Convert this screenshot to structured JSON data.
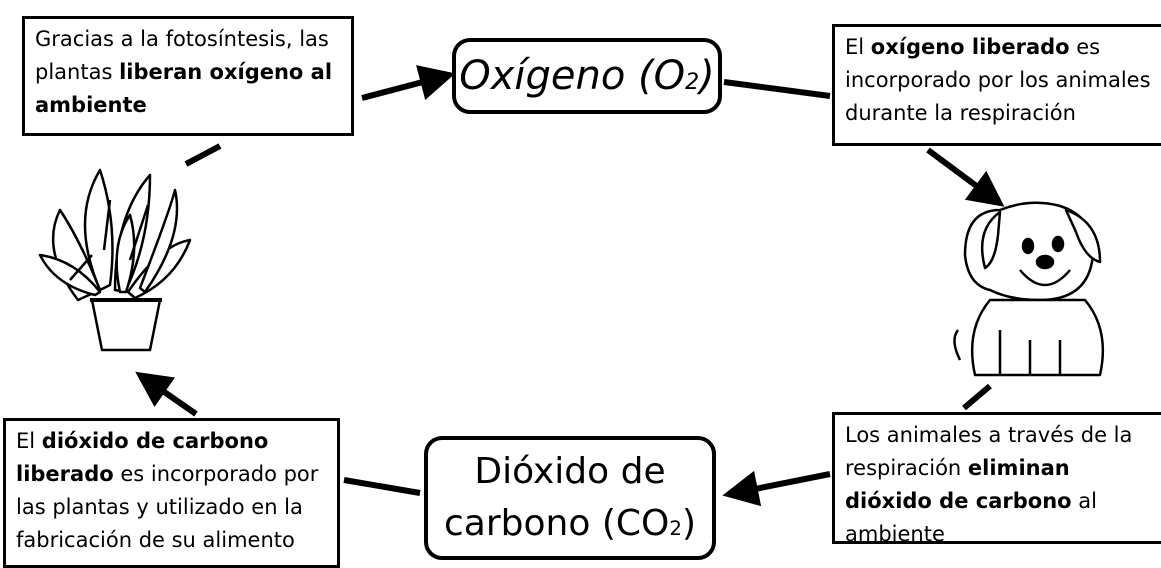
{
  "nodes": {
    "oxygen": {
      "label": "Oxígeno",
      "formula_open": " (O",
      "formula_sub": "2",
      "formula_close": ")"
    },
    "co2": {
      "line1": "Dióxido de",
      "line2": "carbono (CO",
      "formula_sub": "2",
      "formula_close": ")"
    }
  },
  "boxes": {
    "top_left": {
      "t1": "Gracias a la fotosíntesis, las plantas ",
      "b1": "liberan oxígeno al ambiente"
    },
    "top_right": {
      "t1": "El ",
      "b1": "oxígeno liberado",
      "t2": " es incorporado por los animales durante la respiración"
    },
    "bottom_left": {
      "t1": "El ",
      "b1": "dióxido de carbono liberado",
      "t2": " es incorporado por las plantas y utilizado en la fabricación de su alimento"
    },
    "bottom_right": {
      "t1": "Los animales a través de la respiración ",
      "b1": "eliminan dióxido de carbono",
      "t2": " al ambiente"
    }
  },
  "illustrations": {
    "left": "plant-icon",
    "right": "puppy-icon"
  }
}
